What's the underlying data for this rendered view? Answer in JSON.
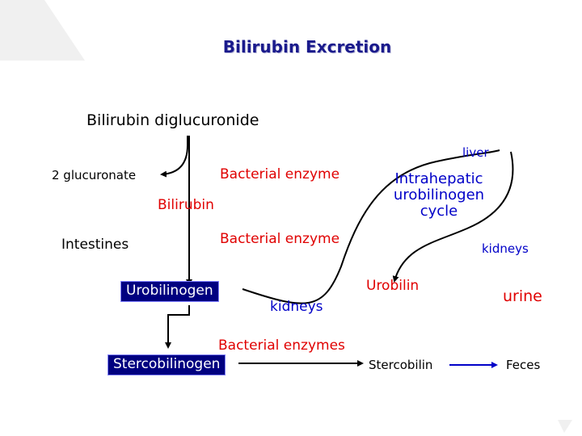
{
  "title": "Bilirubin Excretion",
  "nodes": {
    "diglucuronide": "Bilirubin diglucuronide",
    "glucuronate": "2 glucuronate",
    "enzyme_top": "Bacterial enzyme",
    "bilirubin": "Bilirubin",
    "intestines": "Intestines",
    "enzyme_mid": "Bacterial enzyme",
    "urobilinogen": "Urobilinogen",
    "kidneys_left": "kidneys",
    "liver": "liver",
    "intrahepatic": [
      "Intrahepatic",
      "urobilinogen",
      "cycle"
    ],
    "kidneys_right": "kidneys",
    "urobilin": "Urobilin",
    "urine": "urine",
    "enzymes_bottom": "Bacterial enzymes",
    "stercobilinogen": "Stercobilinogen",
    "stercobilin": "Stercobilin",
    "feces": "Feces"
  },
  "colors": {
    "title": "#1a1a8c",
    "label_red": "#e00000",
    "label_blue": "#0000c8",
    "box_fill": "#000080",
    "arrow_black": "#000000",
    "arrow_blue": "#0000c8"
  }
}
